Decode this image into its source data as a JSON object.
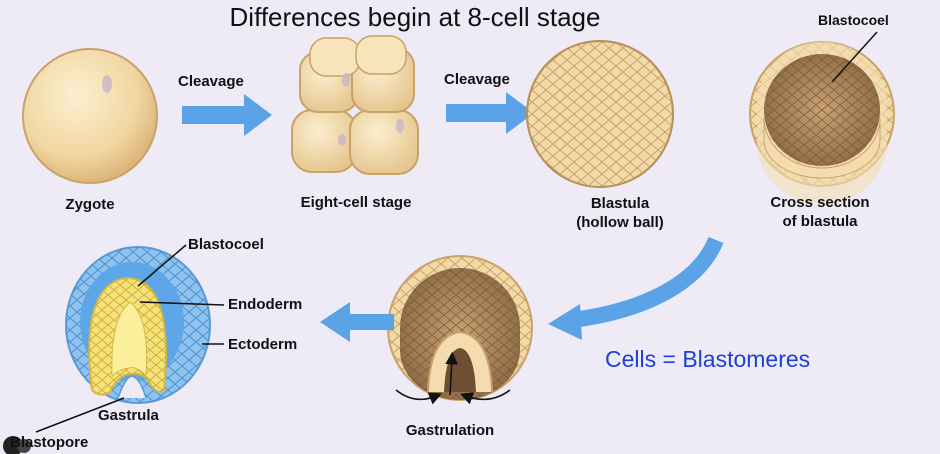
{
  "title": "Differences begin at 8-cell stage",
  "caption": "Cells = Blastomeres",
  "labels": {
    "zygote": "Zygote",
    "eight_cell": "Eight-cell stage",
    "blastula_1": "Blastula",
    "blastula_2": "(hollow ball)",
    "cross_1": "Cross section",
    "cross_2": "of blastula",
    "blastocoel_top": "Blastocoel",
    "blastocoel_left": "Blastocoel",
    "endoderm": "Endoderm",
    "ectoderm": "Ectoderm",
    "gastrula": "Gastrula",
    "blastopore": "Blastopore",
    "gastrulation": "Gastrulation"
  },
  "arrows": {
    "cleavage_1": "Cleavage",
    "cleavage_2": "Cleavage"
  },
  "colors": {
    "background": "#eeeaf6",
    "arrow": "#5aa3e6",
    "cell_fill": "#f4dcae",
    "cell_edge": "#c9a872",
    "ectoderm": "#8ec3ef",
    "endoderm": "#f7e27a",
    "caption": "#1f3fd6"
  }
}
